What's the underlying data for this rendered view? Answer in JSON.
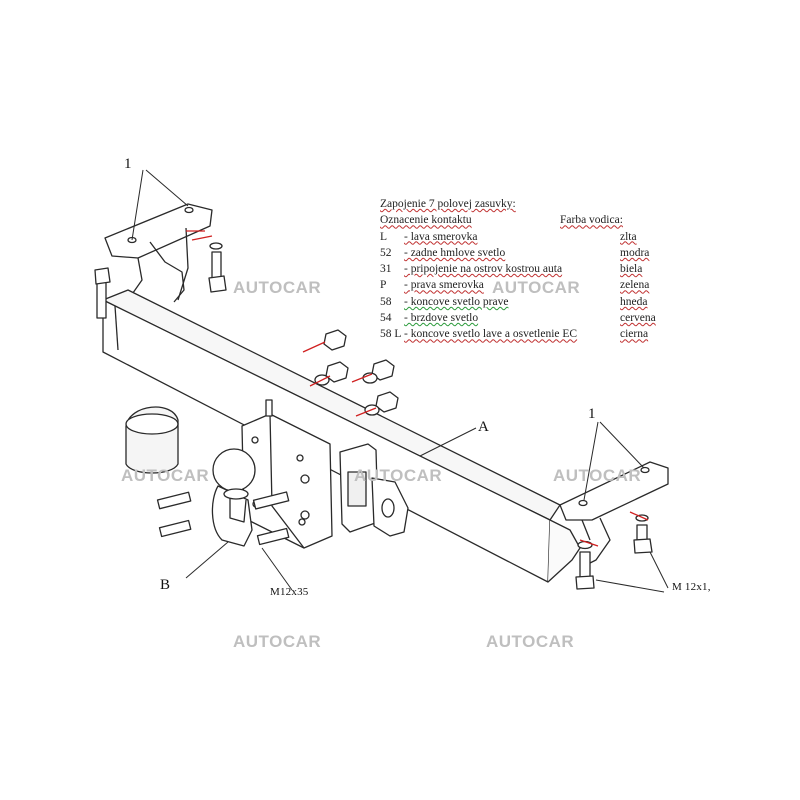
{
  "labels": {
    "part_1_left": "1",
    "part_1_right": "1",
    "part_a": "A",
    "part_b": "B",
    "bolt_m12x35": "M12x35",
    "bolt_m12x1": "M 12x1,"
  },
  "watermarks": [
    "AUTOCAR",
    "AUTOCAR",
    "AUTOCAR",
    "AUTOCAR",
    "AUTOCAR",
    "AUTOCAR",
    "AUTOCAR"
  ],
  "legend": {
    "title": "Zapojenie 7 polovej zasuvky:",
    "header_left": "Oznacenie kontaktu",
    "header_right": "Farba vodica:",
    "rows": [
      {
        "code": "L",
        "desc": "- lava smerovka",
        "color": "zlta"
      },
      {
        "code": "52",
        "desc": "- zadne hmlove svetlo",
        "color": "modra"
      },
      {
        "code": "31",
        "desc": "- pripojenie na ostrov kostrou auta",
        "color": "biela"
      },
      {
        "code": "P",
        "desc": "- prava smerovka",
        "color": "zelena"
      },
      {
        "code": "58",
        "desc": "- koncove svetlo prave",
        "color": "hneda"
      },
      {
        "code": "54",
        "desc": "- brzdove svetlo",
        "color": "cervena"
      },
      {
        "code": "58 L",
        "desc": "- koncove svetlo lave a osvetlenie EC",
        "color": "cierna"
      }
    ]
  },
  "colors": {
    "line": "#2a2a2a",
    "fill": "#ffffff",
    "shade": "#f2f2f2",
    "red_mark": "#d02020",
    "watermark": "#bfbfbf"
  }
}
